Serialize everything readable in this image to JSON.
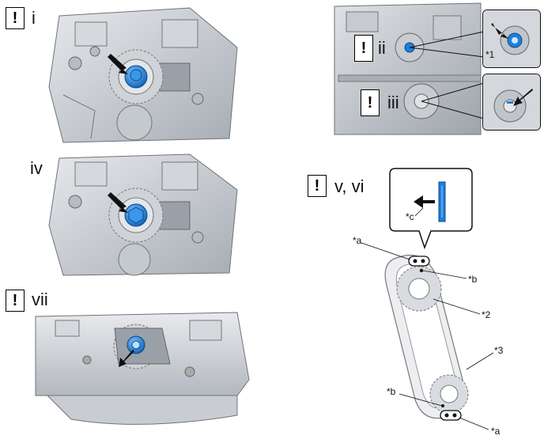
{
  "steps": [
    {
      "id": "i",
      "mark": "!",
      "label": "i"
    },
    {
      "id": "ii",
      "mark": "!",
      "label": "ii"
    },
    {
      "id": "iii",
      "mark": "!",
      "label": "iii"
    },
    {
      "id": "iv",
      "label": "iv"
    },
    {
      "id": "v-vi",
      "mark": "!",
      "label": "v, vi"
    },
    {
      "id": "vii",
      "mark": "!",
      "label": "vii"
    }
  ],
  "callouts": {
    "star1": "*1",
    "star2": "*2",
    "star3": "*3",
    "a_top": "*a",
    "b_top": "*b",
    "c": "*c",
    "b_bottom": "*b",
    "a_bottom": "*a"
  },
  "colors": {
    "bolt_blue": "#1f7fd9",
    "engine_gray": "#c9cdd2",
    "engine_dark": "#8e949b",
    "arrow": "#111111"
  }
}
